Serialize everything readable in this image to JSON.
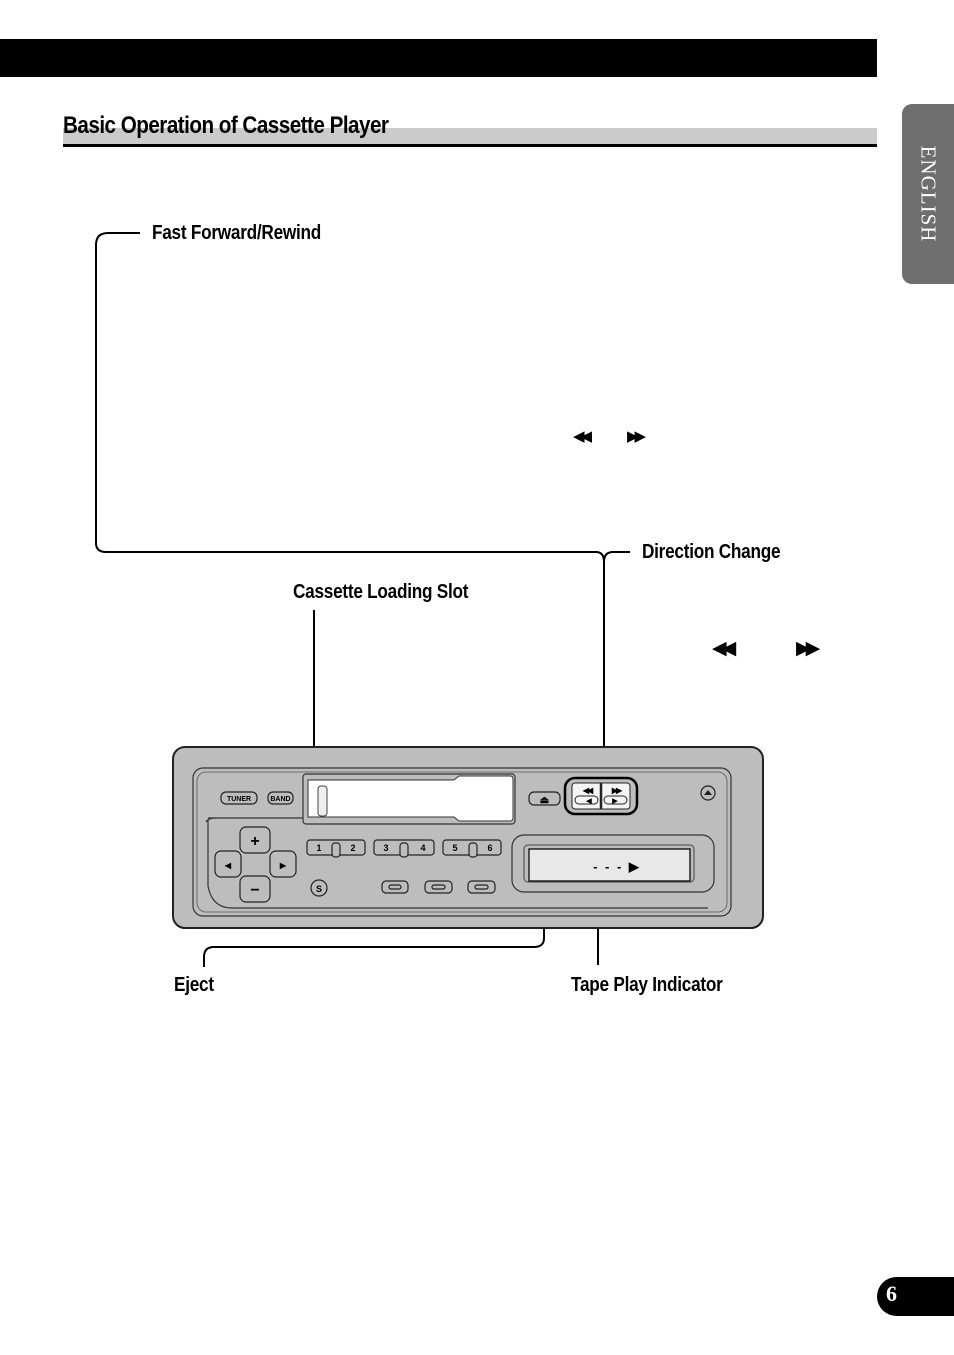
{
  "header": {
    "section_title": "Basic Operation of Cassette Player"
  },
  "language_tab": {
    "label": "ENGLISH"
  },
  "callouts": {
    "fast_forward_rewind": "Fast Forward/Rewind",
    "direction_change": "Direction Change",
    "cassette_loading_slot": "Cassette Loading Slot",
    "eject": "Eject",
    "tape_play_indicator": "Tape Play Indicator"
  },
  "symbols": {
    "rewind_glyph": "◀◀",
    "fast_forward_glyph": "▶▶"
  },
  "device": {
    "buttons": {
      "tuner": "TUNER",
      "band": "BAND",
      "plus": "+",
      "minus": "−",
      "left": "◀",
      "right": "▶",
      "source": "S",
      "preset_1": "1",
      "preset_2": "2",
      "preset_3": "3",
      "preset_4": "4",
      "preset_5": "5",
      "preset_6": "6",
      "eject": "⏏",
      "rew": "◀◀",
      "ff": "▶▶",
      "dir_left": "◀",
      "dir_right": "▶"
    },
    "display_text": "- - - ▶"
  },
  "footer": {
    "page_number": "6"
  },
  "colors": {
    "black": "#000000",
    "title_band_gray": "#cbcbcb",
    "tab_gray": "#6e6e6e",
    "panel_gray": "#bdbdbd",
    "display_gray": "#e8e8e8"
  }
}
